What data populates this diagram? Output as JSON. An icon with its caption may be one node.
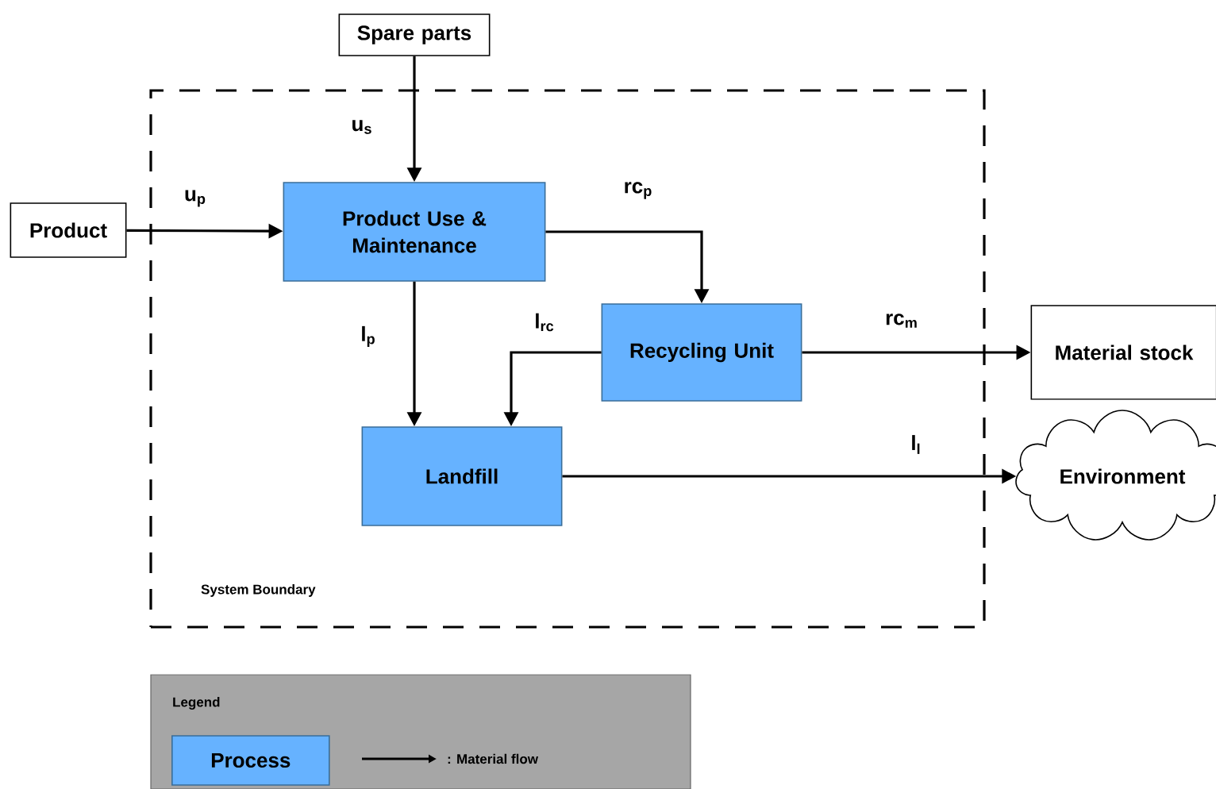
{
  "diagram": {
    "nodes": [
      {
        "text": [
          "System Boundary"
        ]
      },
      {
        "text": [
          "Spare parts"
        ]
      },
      {
        "text": [
          "Product"
        ]
      },
      {
        "text": [
          "Product Use & Maintenance"
        ],
        "in": 0
      },
      {
        "text": [
          "Recycling Unit"
        ],
        "in": 0
      },
      {
        "text": [
          "Material stock"
        ]
      },
      {
        "text": [
          "Landfill"
        ],
        "in": 0
      },
      {
        "text": [
          "Environment"
        ]
      }
    ],
    "edges": [
      {
        "from": 1,
        "to": 3,
        "label": "u$_{s}$",
        "arrow": "to"
      },
      {
        "from": 2,
        "to": 3,
        "label": "u$_{p}$",
        "arrow": "to"
      },
      {
        "from": 3,
        "to": 4,
        "label": "rc$_{p}$",
        "arrow": "to"
      },
      {
        "from": 3,
        "to": 6,
        "label": "l$_{p}$",
        "arrow": "to"
      },
      {
        "from": 4,
        "to": 6,
        "label": "l$_{rc}$",
        "arrow": "to"
      },
      {
        "from": 4,
        "to": 5,
        "label": "rc$_{m}$",
        "arrow": "to"
      },
      {
        "from": 6,
        "to": 7,
        "label": "l$_{l}$",
        "arrow": "to"
      }
    ],
    "labels": [
      "Legend"
    ],
    "legend": [
      {
        "text": "Process",
        "color": "#66b2ff"
      },
      {
        "text": ": Material flow"
      }
    ]
  }
}
